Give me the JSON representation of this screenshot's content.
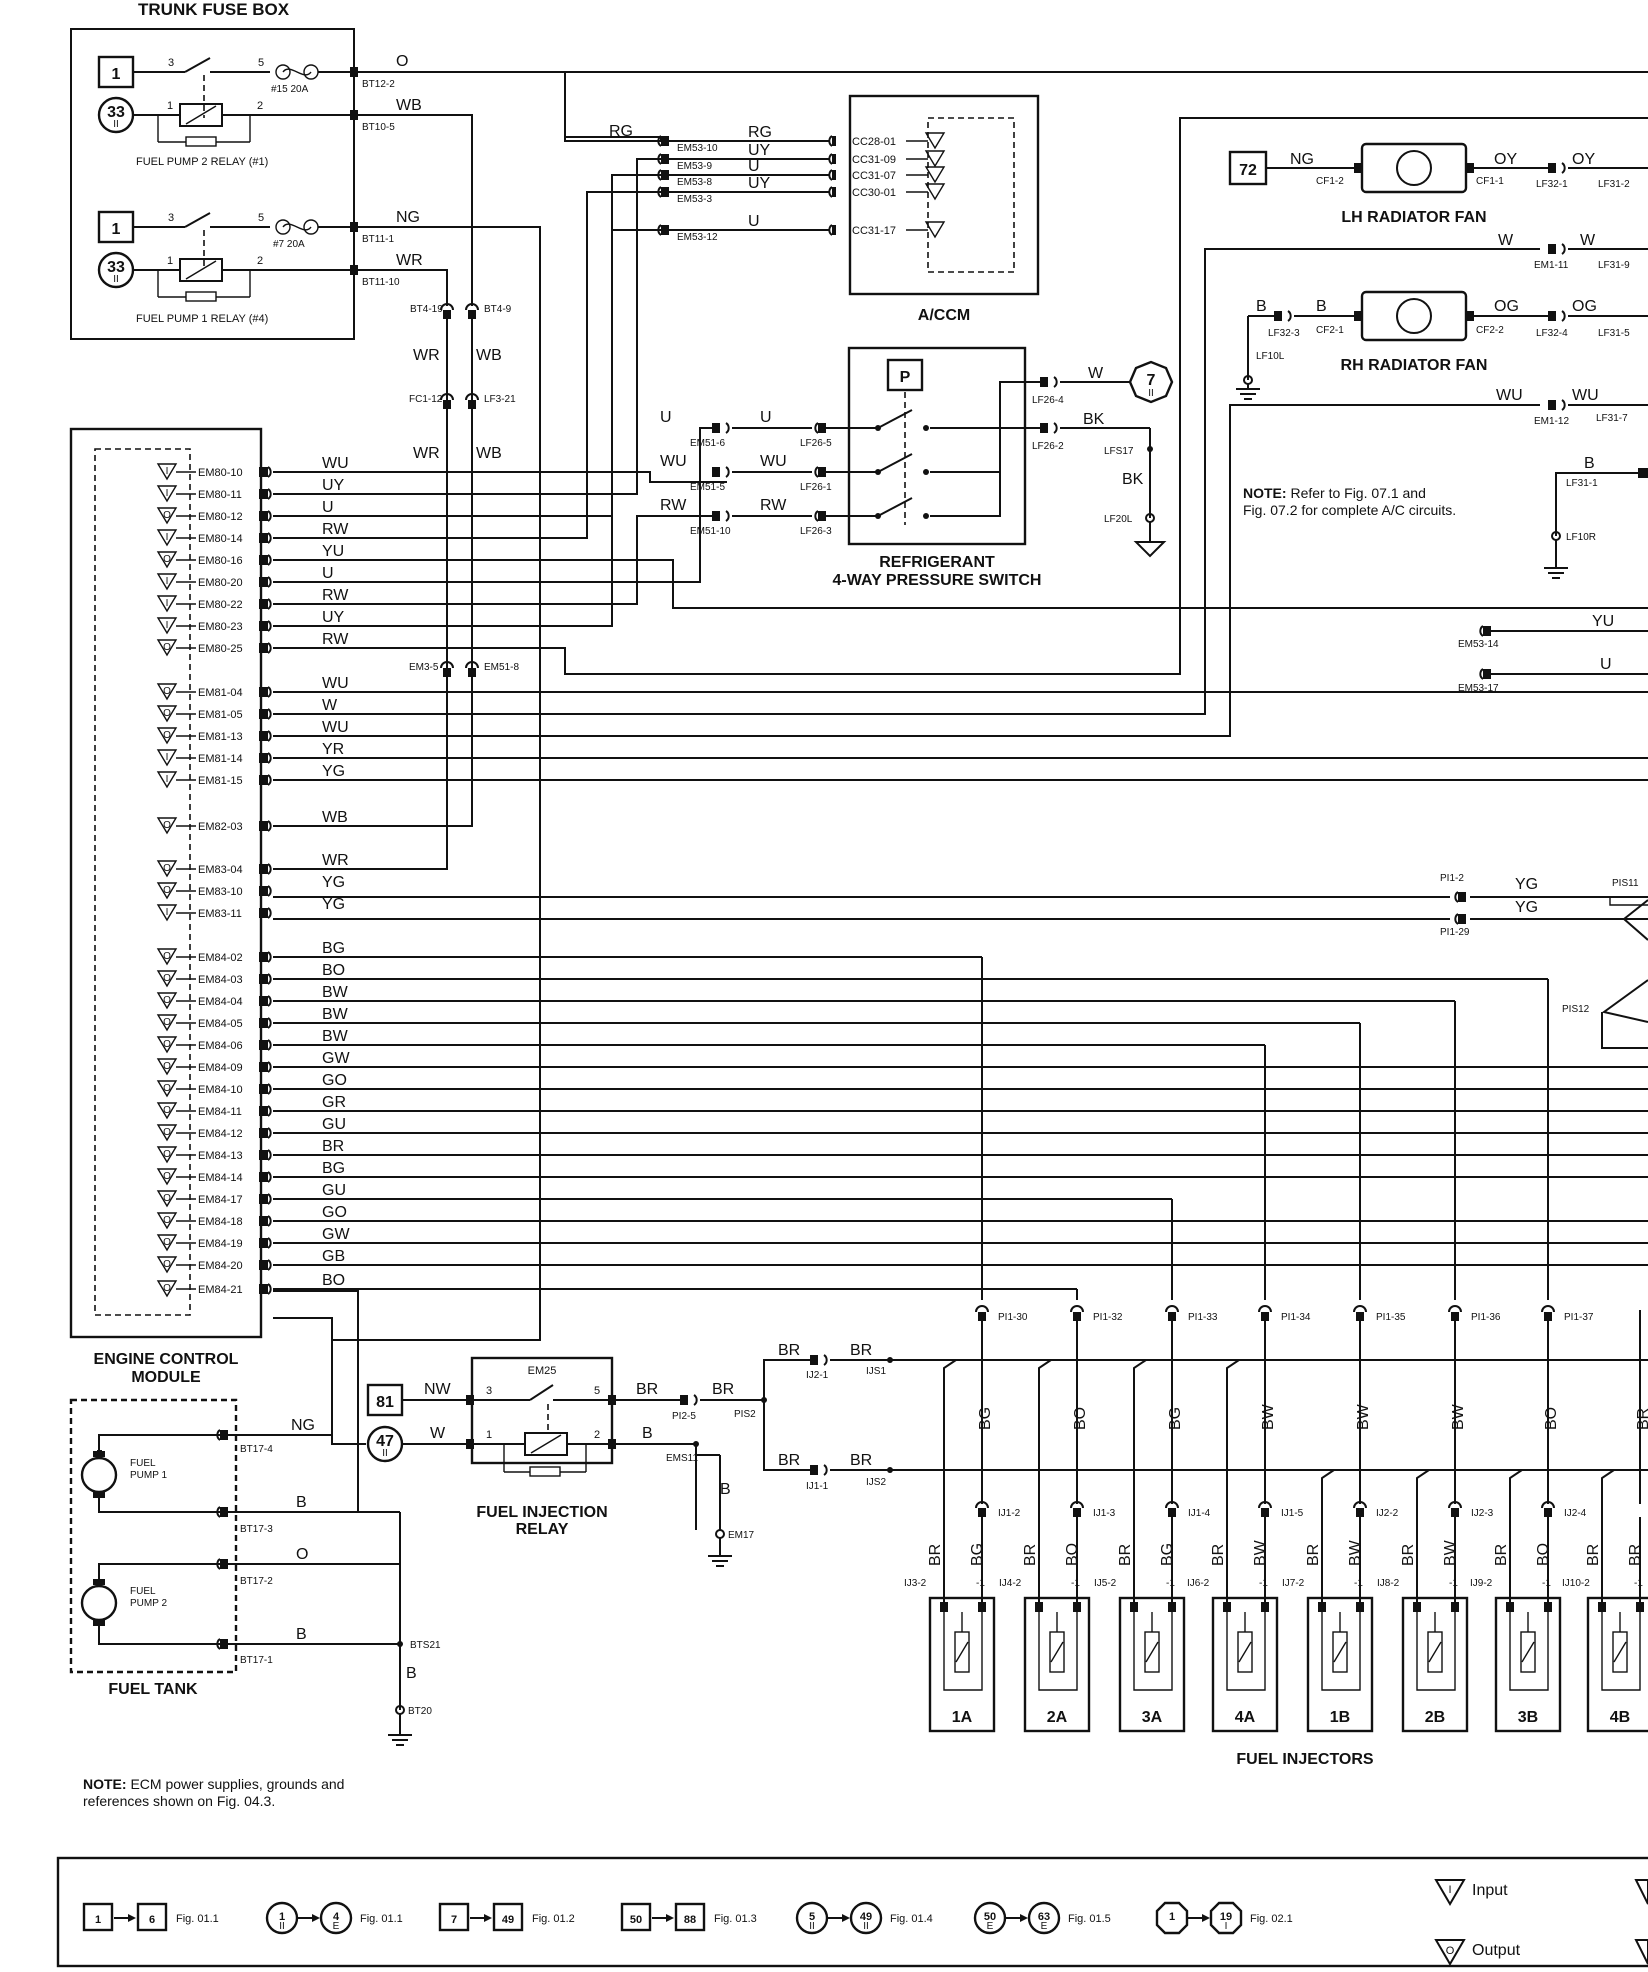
{
  "trunk_fuse_box": {
    "title": "TRUNK FUSE BOX",
    "relay2": "FUEL PUMP 2 RELAY (#1)",
    "relay1": "FUEL PUMP 1 RELAY (#4)",
    "fuse15": "#15 20A",
    "fuse7": "#7 20A",
    "box_ref": "1",
    "circle_ref": "33",
    "circle_sub": "II",
    "pins": [
      "BT12-2",
      "BT10-5",
      "BT11-1",
      "BT11-10"
    ],
    "wires": [
      "O",
      "WB",
      "NG",
      "WR"
    ]
  },
  "ecm": {
    "title_line1": "ENGINE CONTROL",
    "title_line2": "MODULE",
    "pins": [
      {
        "type": "I",
        "pin": "EM80-10",
        "wire": "WU"
      },
      {
        "type": "I",
        "pin": "EM80-11",
        "wire": "UY"
      },
      {
        "type": "O",
        "pin": "EM80-12",
        "wire": "U"
      },
      {
        "type": "I",
        "pin": "EM80-14",
        "wire": "RW"
      },
      {
        "type": "O",
        "pin": "EM80-16",
        "wire": "YU"
      },
      {
        "type": "I",
        "pin": "EM80-20",
        "wire": "U"
      },
      {
        "type": "I",
        "pin": "EM80-22",
        "wire": "RW"
      },
      {
        "type": "I",
        "pin": "EM80-23",
        "wire": "UY"
      },
      {
        "type": "O",
        "pin": "EM80-25",
        "wire": "RW"
      },
      {
        "type": "O",
        "pin": "EM81-04",
        "wire": "WU"
      },
      {
        "type": "O",
        "pin": "EM81-05",
        "wire": "W"
      },
      {
        "type": "O",
        "pin": "EM81-13",
        "wire": "WU"
      },
      {
        "type": "I",
        "pin": "EM81-14",
        "wire": "YR"
      },
      {
        "type": "I",
        "pin": "EM81-15",
        "wire": "YG"
      },
      {
        "type": "O",
        "pin": "EM82-03",
        "wire": "WB"
      },
      {
        "type": "O",
        "pin": "EM83-04",
        "wire": "WR"
      },
      {
        "type": "O",
        "pin": "EM83-10",
        "wire": "YG"
      },
      {
        "type": "I",
        "pin": "EM83-11",
        "wire": "YG"
      },
      {
        "type": "O",
        "pin": "EM84-02",
        "wire": "BG"
      },
      {
        "type": "O",
        "pin": "EM84-03",
        "wire": "BO"
      },
      {
        "type": "O",
        "pin": "EM84-04",
        "wire": "BW"
      },
      {
        "type": "O",
        "pin": "EM84-05",
        "wire": "BW"
      },
      {
        "type": "O",
        "pin": "EM84-06",
        "wire": "BW"
      },
      {
        "type": "O",
        "pin": "EM84-09",
        "wire": "GW"
      },
      {
        "type": "O",
        "pin": "EM84-10",
        "wire": "GO"
      },
      {
        "type": "O",
        "pin": "EM84-11",
        "wire": "GR"
      },
      {
        "type": "O",
        "pin": "EM84-12",
        "wire": "GU"
      },
      {
        "type": "O",
        "pin": "EM84-13",
        "wire": "BR"
      },
      {
        "type": "O",
        "pin": "EM84-14",
        "wire": "BG"
      },
      {
        "type": "O",
        "pin": "EM84-17",
        "wire": "GU"
      },
      {
        "type": "O",
        "pin": "EM84-18",
        "wire": "GO"
      },
      {
        "type": "O",
        "pin": "EM84-19",
        "wire": "GW"
      },
      {
        "type": "O",
        "pin": "EM84-20",
        "wire": "GB"
      },
      {
        "type": "O",
        "pin": "EM84-21",
        "wire": "BO"
      }
    ]
  },
  "acm": {
    "title": "A/CCM",
    "em_pins": [
      "EM53-10",
      "EM53-9",
      "EM53-8",
      "EM53-3",
      "EM53-12"
    ],
    "cc_pins": [
      "CC28-01",
      "CC31-09",
      "CC31-07",
      "CC30-01",
      "CC31-17"
    ],
    "wires": [
      "RG",
      "UY",
      "U",
      "UY",
      "U"
    ],
    "left_wire": "RG"
  },
  "refrigerant": {
    "title_line1": "REFRIGERANT",
    "title_line2": "4-WAY PRESSURE SWITCH",
    "p": "P",
    "rows": [
      {
        "em": "EM51-6",
        "lf": "LF26-5",
        "wire": "U"
      },
      {
        "em": "EM51-5",
        "lf": "LF26-1",
        "wire": "WU"
      },
      {
        "em": "EM51-10",
        "lf": "LF26-3",
        "wire": "RW"
      }
    ],
    "out_pins": [
      "LF26-4",
      "LF26-2"
    ],
    "out_wires": [
      "W",
      "BK"
    ],
    "lfs": "LFS17",
    "bk": "BK",
    "gnd": "LF20L",
    "ref": "7",
    "ref_sub": "II"
  },
  "splices": {
    "bt4a": "BT4-19",
    "bt4b": "BT4-9",
    "fc1": "FC1-12",
    "lf3": "LF3-21",
    "em3": "EM3-5",
    "em51": "EM51-8",
    "wr": "WR",
    "wb": "WB"
  },
  "fans": {
    "lh": "LH RADIATOR FAN",
    "rh": "RH RADIATOR FAN",
    "box_ref": "72",
    "lh_pins": [
      "CF1-2",
      "CF1-1",
      "LF32-1",
      "LF31-2"
    ],
    "lh_wires": [
      "NG",
      "OY",
      "OY"
    ],
    "rh_pins": [
      "LF32-3",
      "CF2-1",
      "CF2-2",
      "LF32-4",
      "LF31-5"
    ],
    "rh_wires": [
      "B",
      "B",
      "OG",
      "OG"
    ],
    "w_row": {
      "em": "EM1-11",
      "lf": "LF31-9",
      "w1": "W",
      "w2": "W"
    },
    "wu_row": {
      "em": "EM1-12",
      "lf": "LF31-7",
      "w1": "WU",
      "w2": "WU"
    },
    "b_row": {
      "lf": "LF31-1",
      "w": "B"
    },
    "gnd_l": "LF10L",
    "gnd_r": "LF10R"
  },
  "notes": {
    "ac_label": "NOTE:",
    "ac": "Refer to Fig. 07.1 and",
    "ac2": "Fig. 07.2 for complete A/C circuits.",
    "ecm_label": "NOTE:",
    "ecm": "ECM power supplies, grounds and",
    "ecm2": "references shown on Fig. 04.3."
  },
  "right_wires": {
    "yu": "YU",
    "em5314": "EM53-14",
    "u": "U",
    "em5317": "EM53-17",
    "pi12": "PI1-2",
    "pi129": "PI1-29",
    "yg1": "YG",
    "yg2": "YG",
    "pis11": "PIS11",
    "pis12": "PIS12"
  },
  "fuel_tank": {
    "title": "FUEL TANK",
    "pump1": [
      "FUEL",
      "PUMP 1"
    ],
    "pump2": [
      "FUEL",
      "PUMP 2"
    ],
    "pins": [
      "BT17-4",
      "BT17-3",
      "BT17-2",
      "BT17-1"
    ],
    "wires": [
      "NG",
      "B",
      "O",
      "B"
    ],
    "bts21": "BTS21",
    "b": "B",
    "bt20": "BT20"
  },
  "injection_relay": {
    "title_line1": "FUEL INJECTION",
    "title_line2": "RELAY",
    "em25": "EM25",
    "box_ref": "81",
    "circle_ref": "47",
    "circle_sub": "II",
    "nw": "NW",
    "w": "W",
    "br1": "BR",
    "br2": "BR",
    "b1": "B",
    "b2": "B",
    "pi25": "PI2-5",
    "pis2": "PIS2",
    "ems11": "EMS11",
    "em17": "EM17",
    "p3": "3",
    "p5": "5",
    "p1": "1",
    "p2": "2"
  },
  "injectors": {
    "title": "FUEL INJECTORS",
    "ij21": "IJ2-1",
    "ij11": "IJ1-1",
    "ijs1": "IJS1",
    "ijs2": "IJS2",
    "br_a": "BR",
    "br_b": "BR",
    "br_c": "BR",
    "br_d": "BR",
    "pi_pins": [
      "PI1-30",
      "PI1-32",
      "PI1-33",
      "PI1-34",
      "PI1-35",
      "PI1-36",
      "PI1-37"
    ],
    "colors": [
      "BG",
      "BO",
      "BG",
      "BW",
      "BW",
      "BW",
      "BO",
      "BR"
    ],
    "ij_pins": [
      "IJ1-2",
      "IJ1-3",
      "IJ1-4",
      "IJ1-5",
      "IJ2-2",
      "IJ2-3",
      "IJ2-4"
    ],
    "items": [
      {
        "name": "1A",
        "left": "IJ3-2",
        "c": "BG"
      },
      {
        "name": "2A",
        "left": "IJ4-2",
        "c": "BO"
      },
      {
        "name": "3A",
        "left": "IJ5-2",
        "c": "BG"
      },
      {
        "name": "4A",
        "left": "IJ6-2",
        "c": "BW"
      },
      {
        "name": "1B",
        "left": "IJ7-2",
        "c": "BW"
      },
      {
        "name": "2B",
        "left": "IJ8-2",
        "c": "BW"
      },
      {
        "name": "3B",
        "left": "IJ9-2",
        "c": "BO"
      },
      {
        "name": "4B",
        "left": "IJ10-2",
        "c": "BR"
      }
    ],
    "minus1": "-1",
    "br": "BR"
  },
  "legend": {
    "items": [
      {
        "a": "1",
        "b": "6",
        "fig": "Fig. 01.1",
        "shape": "box"
      },
      {
        "a": "1",
        "b": "4",
        "fig": "Fig. 01.1",
        "shape": "circle",
        "as": "II",
        "bs": "E"
      },
      {
        "a": "7",
        "b": "49",
        "fig": "Fig. 01.2",
        "shape": "box"
      },
      {
        "a": "50",
        "b": "88",
        "fig": "Fig. 01.3",
        "shape": "box"
      },
      {
        "a": "5",
        "b": "49",
        "fig": "Fig. 01.4",
        "shape": "circle",
        "as": "II",
        "bs": "II"
      },
      {
        "a": "50",
        "b": "63",
        "fig": "Fig. 01.5",
        "shape": "circle",
        "as": "E",
        "bs": "E"
      },
      {
        "a": "1",
        "b": "19",
        "fig": "Fig. 02.1",
        "shape": "oct",
        "as": "",
        "bs": "I"
      }
    ],
    "input": "Input",
    "output": "Output"
  }
}
